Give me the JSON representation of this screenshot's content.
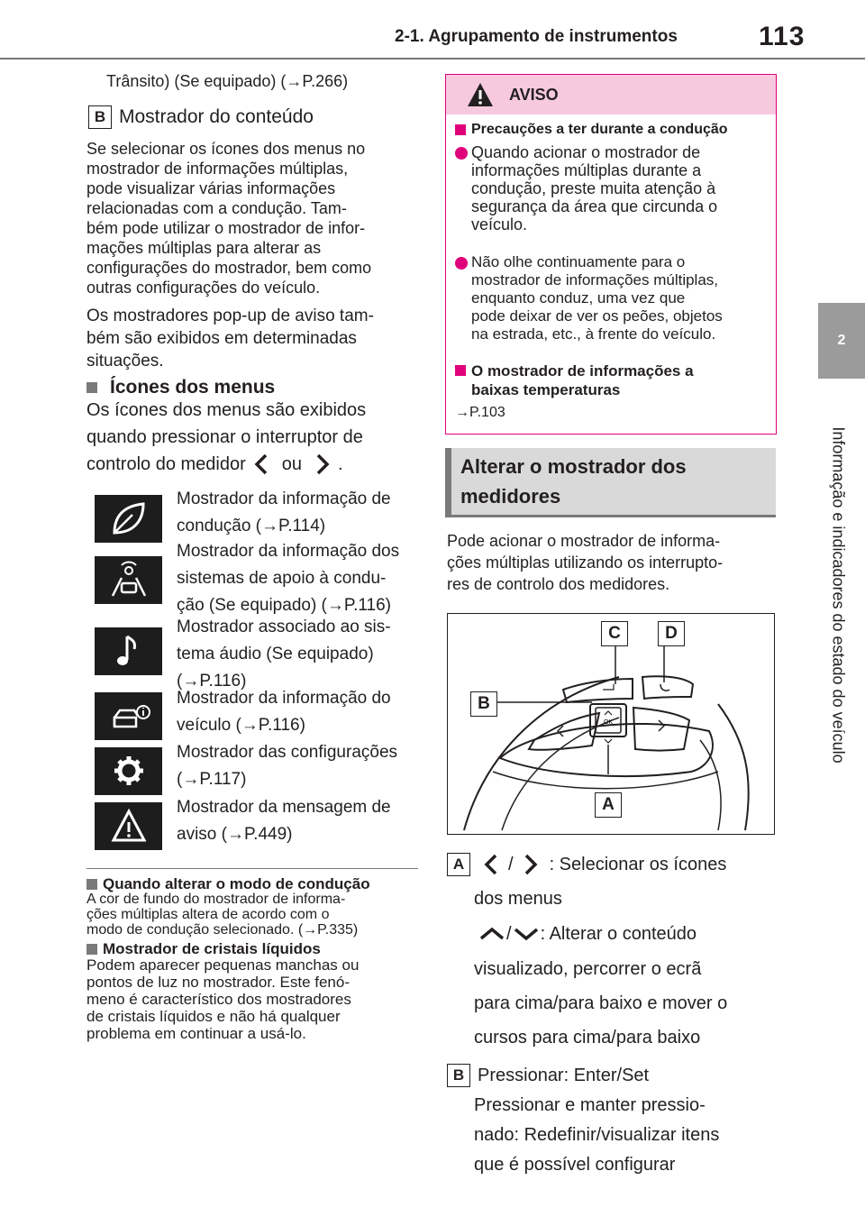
{
  "header": {
    "section_title": "2-1. Agrupamento de instrumentos",
    "page_number": "113"
  },
  "side_tab": {
    "chapter": "2",
    "chapter_title": "Informação e indicadores do estado do veículo"
  },
  "left": {
    "intro_line": "Trânsito) (Se equipado) (→P.266)",
    "B_heading": {
      "letter": "B",
      "text": "Mostrador do conteúdo"
    },
    "B_paragraph": [
      "Se selecionar os ícones dos menus no",
      "mostrador de informações múltiplas,",
      "pode visualizar várias informações",
      "relacionadas com a condução. Tam-",
      "bém pode utilizar o mostrador de infor-",
      "mações múltiplas para alterar as",
      "configurações do mostrador, bem como",
      "outras configurações do veículo."
    ],
    "popup_paragraph": [
      "Os mostradores pop-up de aviso tam-",
      "bém são exibidos em determinadas",
      "situações."
    ],
    "menus_heading": "Ícones dos menus",
    "menus_paragraph": [
      "Os ícones dos menus são exibidos",
      "quando pressionar o interruptor de",
      "controlo do medidor"
    ],
    "menus_ou": "ou",
    "menus_end": ".",
    "menu_items": [
      {
        "icon": "leaf-icon",
        "lines": [
          "Mostrador da informação de",
          "condução (→P.114)"
        ]
      },
      {
        "icon": "driving-support-icon",
        "lines": [
          "Mostrador da informação dos",
          "sistemas de apoio à condu-",
          "ção (Se equipado) (→P.116)"
        ]
      },
      {
        "icon": "music-note-icon",
        "lines": [
          "Mostrador associado ao sis-",
          "tema áudio (Se equipado)",
          "(→P.116)"
        ]
      },
      {
        "icon": "vehicle-info-icon",
        "lines": [
          "Mostrador da informação do",
          "veículo (→P.116)"
        ]
      },
      {
        "icon": "gear-icon",
        "lines": [
          "Mostrador das configurações",
          "(→P.117)"
        ]
      },
      {
        "icon": "warning-icon",
        "lines": [
          "Mostrador da mensagem de",
          "aviso (→P.449)"
        ]
      }
    ],
    "note1_heading": "Quando alterar o modo de condução",
    "note1_lines": [
      "A cor de fundo do mostrador de informa-",
      "ções múltiplas altera de acordo com o",
      "modo de condução selecionado. (→P.335)"
    ],
    "note2_heading": "Mostrador de cristais líquidos",
    "note2_lines": [
      "Podem aparecer pequenas manchas ou",
      "pontos de luz no mostrador. Este fenó-",
      "meno é característico dos mostradores",
      "de cristais líquidos e não há qualquer",
      "problema em continuar a usá-lo."
    ]
  },
  "aviso": {
    "title": "AVISO",
    "sub1": "Precauções a ter durante a condução",
    "bullet1": [
      "Quando acionar o mostrador de",
      "informações múltiplas durante a",
      "condução, preste muita atenção à",
      "segurança da área que circunda o",
      "veículo."
    ],
    "bullet2": [
      "Não olhe continuamente para o",
      "mostrador de informações múltiplas,",
      "enquanto conduz, uma vez que",
      "pode deixar de ver os peões, objetos",
      "na estrada, etc., à frente do veículo."
    ],
    "sub2": [
      "O mostrador de informações a",
      "baixas temperaturas"
    ],
    "ref": "→P.103"
  },
  "section": {
    "heading": [
      "Alterar o mostrador dos",
      "medidores"
    ],
    "paragraph": [
      "Pode acionar o mostrador de informa-",
      "ções múltiplas utilizando os interrupto-",
      "res de controlo dos medidores."
    ]
  },
  "diagram": {
    "labels": [
      "C",
      "D",
      "B",
      "A"
    ],
    "ok_text": "OK"
  },
  "legend": {
    "A_letter": "A",
    "A_line1": ": Selecionar os ícones",
    "A_line2": "dos menus",
    "A_slash": "/",
    "A_line3": ": Alterar o conteúdo",
    "A_line4": "visualizado, percorrer o ecrã",
    "A_line5": "para cima/para baixo e mover o",
    "A_line6": "cursos para cima/para baixo",
    "B_letter": "B",
    "B_line1": "Pressionar: Enter/Set",
    "B_line2": "Pressionar e manter pressio-",
    "B_line3": "nado: Redefinir/visualizar itens",
    "B_line4": "que é possível configurar"
  }
}
